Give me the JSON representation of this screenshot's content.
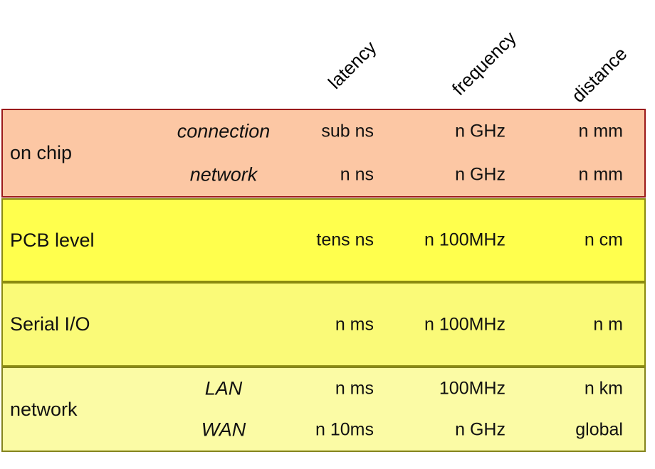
{
  "chart_data": {
    "type": "table",
    "title": "",
    "column_headers": [
      "latency",
      "frequency",
      "distance"
    ],
    "row_groups": [
      {
        "label": "on chip",
        "bg": "#fcc7a4",
        "border": "#9b1a1a",
        "entries": [
          {
            "sublabel": "connection",
            "latency": "sub ns",
            "frequency": "n GHz",
            "distance": "n mm"
          },
          {
            "sublabel": "network",
            "latency": "n ns",
            "frequency": "n GHz",
            "distance": "n mm"
          }
        ]
      },
      {
        "label": "PCB level",
        "bg": "#ffff4d",
        "border": "#8a8a10",
        "entries": [
          {
            "sublabel": "",
            "latency": "tens ns",
            "frequency": "n 100MHz",
            "distance": "n cm"
          }
        ]
      },
      {
        "label": "Serial I/O",
        "bg": "#fafa78",
        "border": "#8a8a10",
        "entries": [
          {
            "sublabel": "",
            "latency": "n ms",
            "frequency": "n 100MHz",
            "distance": "n m"
          }
        ]
      },
      {
        "label": "network",
        "bg": "#fbfba5",
        "border": "#84841e",
        "entries": [
          {
            "sublabel": "LAN",
            "latency": "n ms",
            "frequency": "100MHz",
            "distance": "n km"
          },
          {
            "sublabel": "WAN",
            "latency": "n 10ms",
            "frequency": "n GHz",
            "distance": "global"
          }
        ]
      }
    ]
  }
}
